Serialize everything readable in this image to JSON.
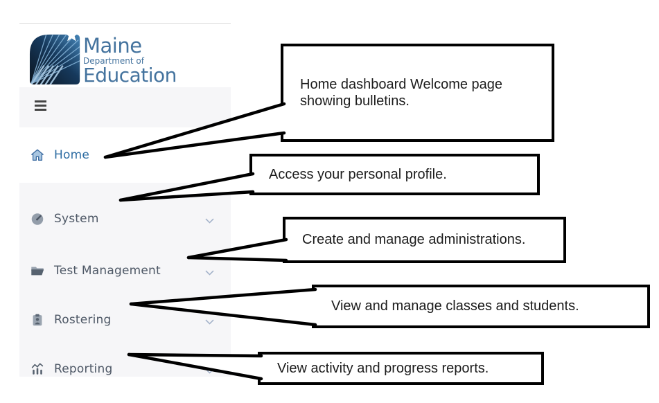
{
  "header": {
    "logo": {
      "line1": "Maine",
      "line2": "Department of",
      "line3": "Education"
    }
  },
  "sidebar": {
    "items": [
      {
        "label": "Home",
        "icon": "home-icon",
        "active": true,
        "has_submenu": false
      },
      {
        "label": "System",
        "icon": "gauge-icon",
        "active": false,
        "has_submenu": true
      },
      {
        "label": "Test Management",
        "icon": "folder-icon",
        "active": false,
        "has_submenu": true
      },
      {
        "label": "Rostering",
        "icon": "clipboard-person-icon",
        "active": false,
        "has_submenu": true
      },
      {
        "label": "Reporting",
        "icon": "bar-chart-icon",
        "active": false,
        "has_submenu": true
      }
    ]
  },
  "callouts": [
    {
      "text": "Home dashboard Welcome page showing bulletins.",
      "target": "Home"
    },
    {
      "text": "Access your personal profile.",
      "target": "System"
    },
    {
      "text": "Create and manage administrations.",
      "target": "Test Management"
    },
    {
      "text": "View and manage classes and students.",
      "target": "Rostering"
    },
    {
      "text": "View activity and progress reports.",
      "target": "Reporting"
    }
  ],
  "colors": {
    "active_item_blue": "#2d6ca2",
    "menu_text": "#4e5866",
    "sidebar_bg": "#f6f6f8",
    "callout_border": "#000000",
    "logo_text_blue": "#44739e"
  }
}
